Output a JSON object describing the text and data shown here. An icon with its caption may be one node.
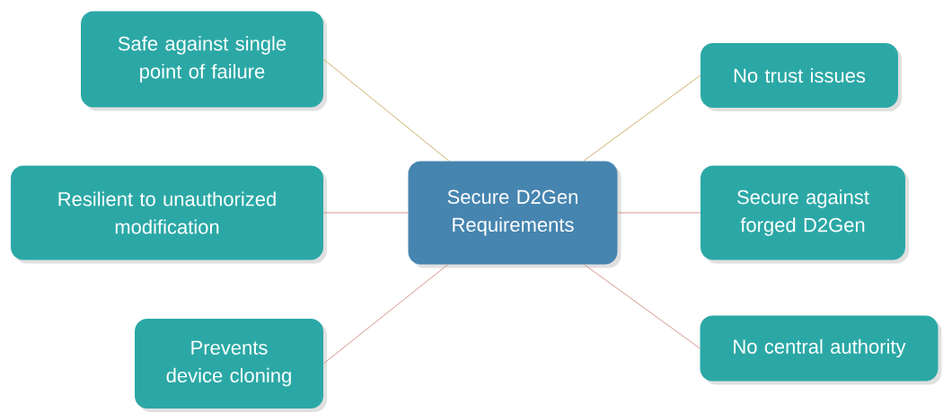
{
  "diagram": {
    "nodes": [
      {
        "text": [
          "Secure D2Gen Requirements"
        ]
      },
      {
        "text": [
          "Safe against single point of failure"
        ]
      },
      {
        "text": [
          "No trust issues"
        ]
      },
      {
        "text": [
          "Resilient to unauthorized modification"
        ]
      },
      {
        "text": [
          "Secure against forged D2Gen"
        ]
      },
      {
        "text": [
          "Prevents device cloning"
        ]
      },
      {
        "text": [
          "No central authority"
        ]
      }
    ],
    "edges": [
      {
        "from": 0,
        "to": 1,
        "arrow": "none",
        "color": "#c9a85e"
      },
      {
        "from": 0,
        "to": 2,
        "arrow": "none",
        "color": "#c9a85e"
      },
      {
        "from": 0,
        "to": 3,
        "arrow": "none"
      },
      {
        "from": 0,
        "to": 4,
        "arrow": "none"
      },
      {
        "from": 0,
        "to": 5,
        "arrow": "none"
      },
      {
        "from": 0,
        "to": 6,
        "arrow": "none"
      }
    ]
  }
}
